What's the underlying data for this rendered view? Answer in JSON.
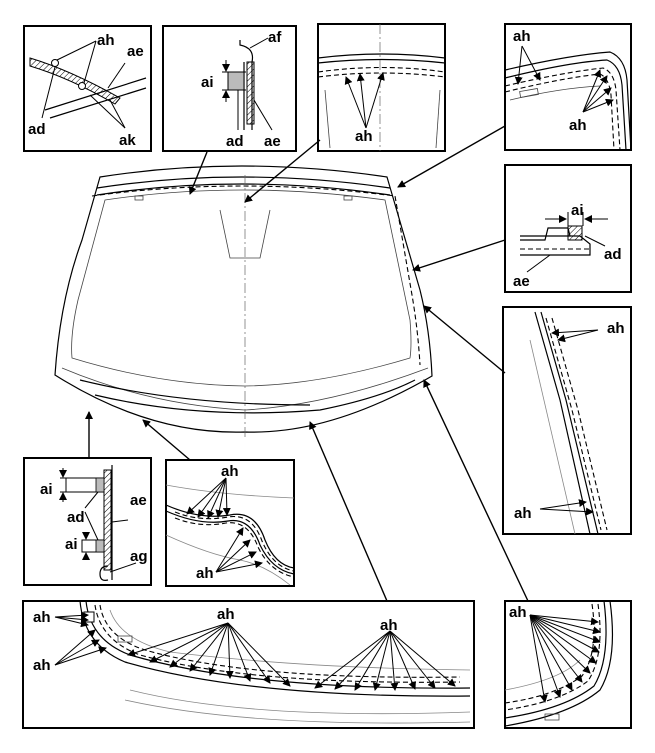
{
  "labels": {
    "ah": "ah",
    "ae": "ae",
    "ad": "ad",
    "ak": "ak",
    "af": "af",
    "ai": "ai",
    "ag": "ag"
  }
}
